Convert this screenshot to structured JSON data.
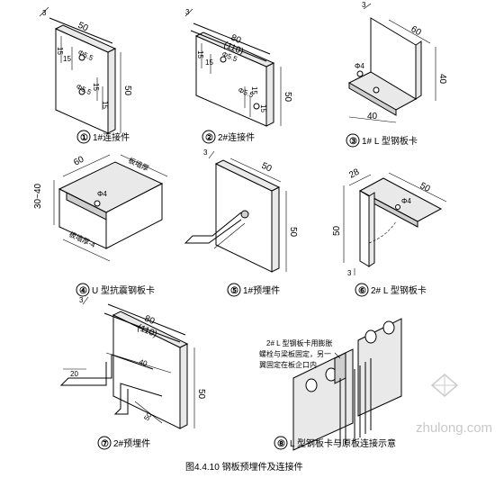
{
  "parts": [
    {
      "num": "①",
      "label": "1#连接件",
      "dims": [
        "3",
        "50",
        "50",
        "15",
        "15",
        "Φ5.5",
        "Φ5.5",
        "15",
        "15"
      ]
    },
    {
      "num": "②",
      "label": "2#连接件",
      "dims": [
        "3",
        "80",
        "(110)",
        "50",
        "15",
        "15",
        "Φ5.5",
        "Φ5.5",
        "15",
        "15"
      ]
    },
    {
      "num": "③",
      "label": "1# L 型钢板卡",
      "dims": [
        "3",
        "60",
        "40",
        "40",
        "Φ4"
      ]
    },
    {
      "num": "④",
      "label": "U 型抗震钢板卡",
      "dims": [
        "60",
        "30~40",
        "Φ4",
        "板墙厚",
        "板墙厚-4"
      ]
    },
    {
      "num": "⑤",
      "label": "1#预埋件",
      "dims": [
        "3",
        "50",
        "50"
      ]
    },
    {
      "num": "⑥",
      "label": "2# L 型钢板卡",
      "dims": [
        "28",
        "50",
        "Φ4",
        "50",
        "3"
      ]
    },
    {
      "num": "⑦",
      "label": "2#预埋件",
      "dims": [
        "3",
        "80",
        "(110)",
        "40",
        "20",
        "50",
        "50"
      ]
    },
    {
      "num": "⑧",
      "label": "L 型钢板卡与原板连接示意",
      "dims": []
    }
  ],
  "callout_8": [
    "2# L 型钢板卡用膨胀",
    "螺栓与梁板固定，另一",
    "翼固定在板企口内"
  ],
  "figure_caption": "图4.4.10  钢板预埋件及连接件",
  "watermark": "zhulong.com"
}
